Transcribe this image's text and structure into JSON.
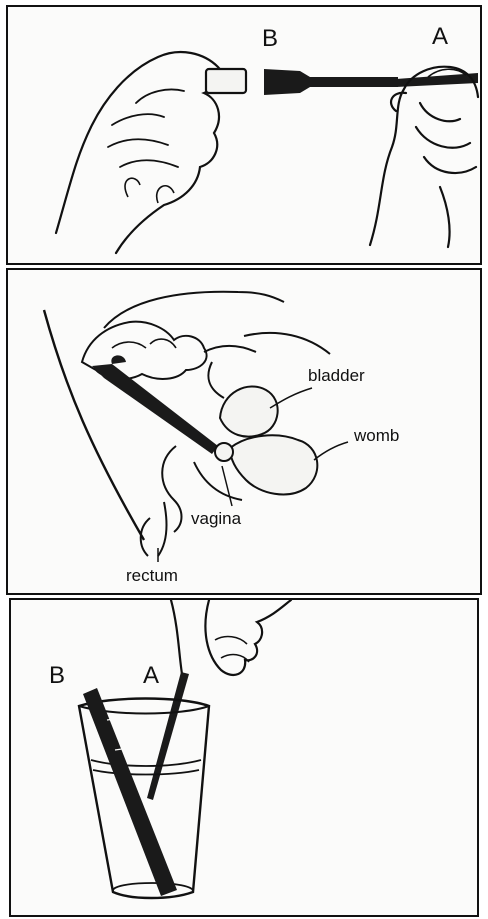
{
  "panel_top": {
    "label_b": "B",
    "label_a": "A"
  },
  "panel_middle": {
    "bladder": "bladder",
    "womb": "womb",
    "vagina": "vagina",
    "rectum": "rectum"
  },
  "panel_bottom": {
    "label_b": "B",
    "label_a": "A"
  }
}
